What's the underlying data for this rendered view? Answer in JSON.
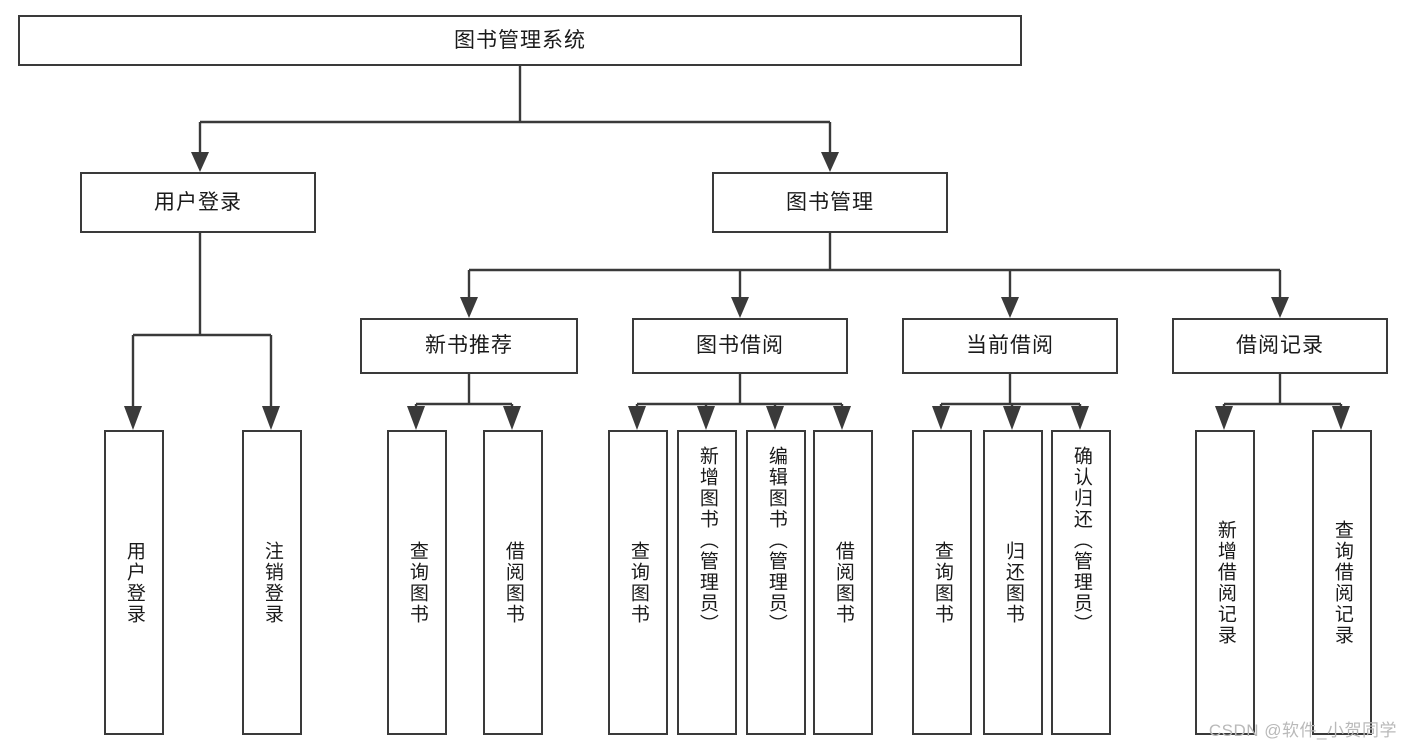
{
  "diagram": {
    "title": "图书管理系统",
    "type": "tree",
    "root": {
      "label": "图书管理系统"
    },
    "level2": [
      {
        "label": "用户登录"
      },
      {
        "label": "图书管理"
      }
    ],
    "level3": [
      {
        "label": "新书推荐"
      },
      {
        "label": "图书借阅"
      },
      {
        "label": "当前借阅"
      },
      {
        "label": "借阅记录"
      }
    ],
    "leaves": {
      "user_login": [
        {
          "label": "用户登录"
        },
        {
          "label": "注销登录"
        }
      ],
      "new_book_recommend": [
        {
          "label": "查询图书"
        },
        {
          "label": "借阅图书"
        }
      ],
      "book_borrow": [
        {
          "label": "查询图书"
        },
        {
          "label": "新增图书（管理员）"
        },
        {
          "label": "编辑图书（管理员）"
        },
        {
          "label": "借阅图书"
        }
      ],
      "current_borrow": [
        {
          "label": "查询图书"
        },
        {
          "label": "归还图书"
        },
        {
          "label": "确认归还（管理员）"
        }
      ],
      "borrow_record": [
        {
          "label": "新增借阅记录"
        },
        {
          "label": "查询借阅记录"
        }
      ]
    }
  },
  "watermark": {
    "text": "CSDN @软件_小贺同学"
  },
  "colors": {
    "border": "#3a3a3a",
    "background": "#ffffff",
    "text": "#1a1a1a",
    "watermark": "#b9b9b9"
  }
}
